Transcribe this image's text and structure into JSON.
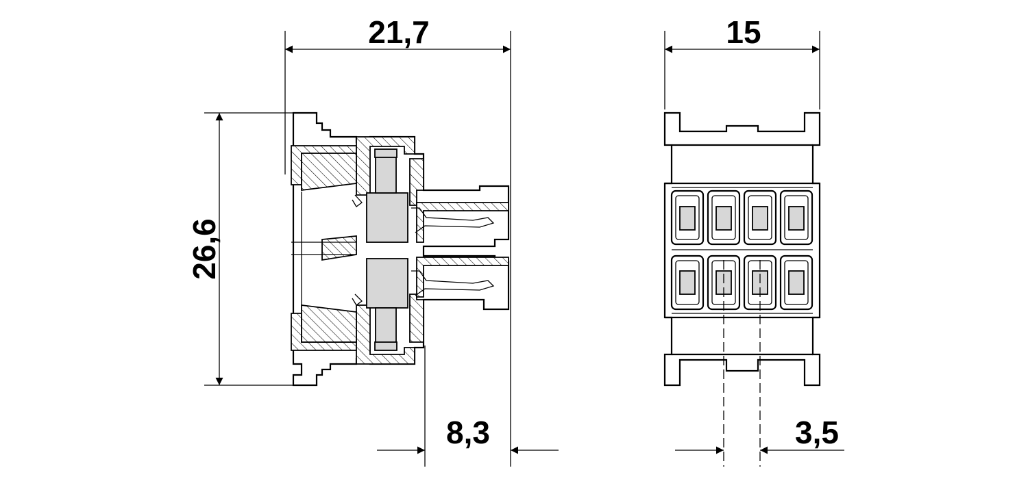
{
  "dimensions": {
    "overall_depth": "21,7",
    "overall_height": "26,6",
    "pin_depth": "8,3",
    "width": "15",
    "pitch": "3,5"
  },
  "front_view": {
    "contacts_per_row": 4,
    "rows": 2
  }
}
